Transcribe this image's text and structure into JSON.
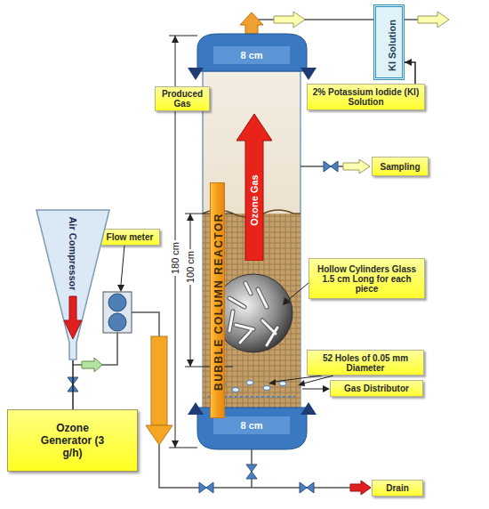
{
  "diagram": {
    "nodes": [
      {
        "text": [
          "KI Solution"
        ]
      },
      {
        "text": [
          "Produced Gas"
        ]
      },
      {
        "text": [
          "2% Potassium Iodide (KI) Solution"
        ]
      },
      {
        "text": [
          "Sampling"
        ]
      },
      {
        "text": [
          "Flow meter"
        ]
      },
      {
        "text": [
          "BUBBLE COLUMN REACTOR"
        ]
      },
      {
        "text": [
          "Ozone Gas"
        ]
      },
      {
        "text": [
          "Hollow Cylinders Glass 1.5 cm Long for each piece"
        ]
      },
      {
        "text": [
          "52 Holes of 0.05 mm Diameter"
        ]
      },
      {
        "text": [
          "Gas Distributor"
        ]
      },
      {
        "text": [
          "Air Compressor"
        ]
      },
      {
        "text": [
          "Ozone Generator (3 g/h)"
        ]
      },
      {
        "text": [
          "Drain"
        ]
      }
    ],
    "edges": [
      {
        "from": 2,
        "to": 0,
        "arrow": "to"
      },
      {
        "from": 10,
        "to": 11,
        "arrow": "none"
      }
    ],
    "labels": [
      "8 cm",
      "180 cm",
      "100 cm",
      "8 cm"
    ]
  }
}
